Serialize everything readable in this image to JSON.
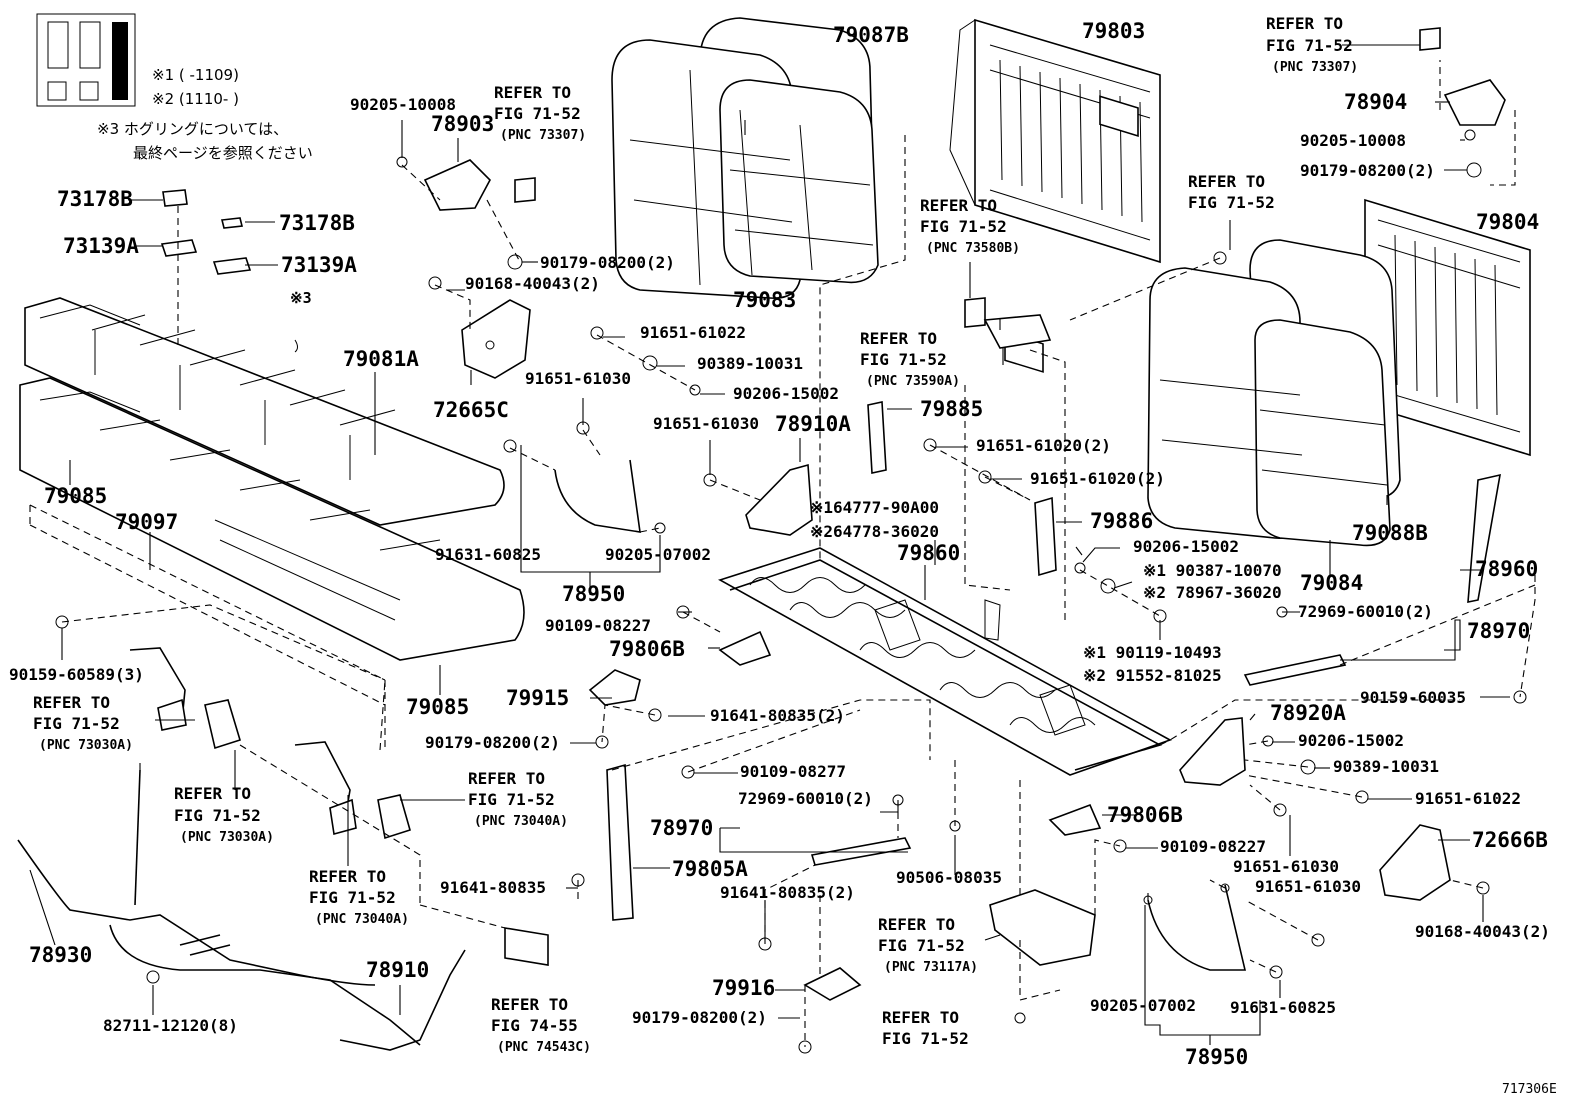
{
  "legend": {
    "note1": "※1 (   -1109)",
    "note2": "※2 (1110-   )",
    "note3_line1": "※3 ホグリングについては、",
    "note3_line2": "最終ページを参照ください"
  },
  "fig_id": "717306E",
  "refs": {
    "r1": [
      "REFER TO",
      "FIG 71-52",
      "(PNC 73307)"
    ],
    "r2": [
      "REFER TO",
      "FIG 71-52",
      "(PNC 73307)"
    ],
    "r3": [
      "REFER TO",
      "FIG 71-52",
      "(PNC 73580B)"
    ],
    "r4": [
      "REFER TO",
      "FIG 71-52",
      "(PNC 73590A)"
    ],
    "r5": [
      "REFER TO",
      "FIG 71-52"
    ],
    "r6": [
      "REFER TO",
      "FIG 71-52",
      "(PNC 73030A)"
    ],
    "r7": [
      "REFER TO",
      "FIG 71-52",
      "(PNC 73030A)"
    ],
    "r8": [
      "REFER TO",
      "FIG 71-52",
      "(PNC 73040A)"
    ],
    "r9": [
      "REFER TO",
      "FIG 71-52",
      "(PNC 73040A)"
    ],
    "r10": [
      "REFER TO",
      "FIG 74-55",
      "(PNC 74543C)"
    ],
    "r11": [
      "REFER TO",
      "FIG 71-52",
      "(PNC 73117A)"
    ],
    "r12": [
      "REFER TO",
      "FIG 71-52"
    ]
  },
  "parts": {
    "p79087B": "79087B",
    "p79803": "79803",
    "p79083": "79083",
    "p79804": "79804",
    "p79088B": "79088B",
    "p79084": "79084",
    "p78904": "78904",
    "p90205_10008_r": "90205-10008",
    "p90179_08200_2_r": "90179-08200(2)",
    "p90205_10008_l": "90205-10008",
    "p78903": "78903",
    "p90179_08200_2_l": "90179-08200(2)",
    "p90168_40043_2_l": "90168-40043(2)",
    "p73178B_a": "73178B",
    "p73178B_b": "73178B",
    "p73139A_a": "73139A",
    "p73139A_b": "73139A",
    "p79081A": "79081A",
    "p72665C": "72665C",
    "p91651_61022_a": "91651-61022",
    "p90389_10031_a": "90389-10031",
    "p91651_61030_a": "91651-61030",
    "p90206_15002_a": "90206-15002",
    "p91651_61030_b": "91651-61030",
    "p78910A": "78910A",
    "p79885": "79885",
    "p91651_61020_2_a": "91651-61020(2)",
    "p91651_61020_2_b": "91651-61020(2)",
    "p79886": "79886",
    "p64777": "※164777-90A00",
    "p64778": "※264778-36020",
    "p79860": "79860",
    "p90206_15002_b": "90206-15002",
    "p90387": "※1 90387-10070",
    "p78967": "※2 78967-36020",
    "p79085_a": "79085",
    "p79097": "79097",
    "p91631_60825_a": "91631-60825",
    "p90205_07002_a": "90205-07002",
    "p78950_a": "78950",
    "p90159_60589": "90159-60589(3)",
    "p90109_08227_a": "90109-08227",
    "p79806B_a": "79806B",
    "p79915": "79915",
    "p91641_80835_2_a": "91641-80835(2)",
    "p90179_08200_2_m": "90179-08200(2)",
    "p79085_b": "79085",
    "p72969_60010_2_r": "72969-60010(2)",
    "p78970_r": "78970",
    "p90119": "※1 90119-10493",
    "p91552": "※2 91552-81025",
    "p90159_60035": "90159-60035",
    "p78920A": "78920A",
    "p90206_15002_c": "90206-15002",
    "p90389_10031_b": "90389-10031",
    "p91651_61022_b": "91651-61022",
    "p78960": "78960",
    "p90109_08277": "90109-08277",
    "p72969_60010_2_m": "72969-60010(2)",
    "p78970_m": "78970",
    "p79805A": "79805A",
    "p79806B_b": "79806B",
    "p90109_08227_b": "90109-08227",
    "p91651_61030_c": "91651-61030",
    "p91651_61030_d": "91651-61030",
    "p72666B": "72666B",
    "p90168_40043_2_r": "90168-40043(2)",
    "p91641_80835": "91641-80835",
    "p91641_80835_2_b": "91641-80835(2)",
    "p90506_08035": "90506-08035",
    "p78930": "78930",
    "p78910": "78910",
    "p82711": "82711-12120(8)",
    "p79916": "79916",
    "p90179_08200_2_b": "90179-08200(2)",
    "p90205_07002_b": "90205-07002",
    "p91631_60825_b": "91631-60825",
    "p78950_b": "78950"
  }
}
